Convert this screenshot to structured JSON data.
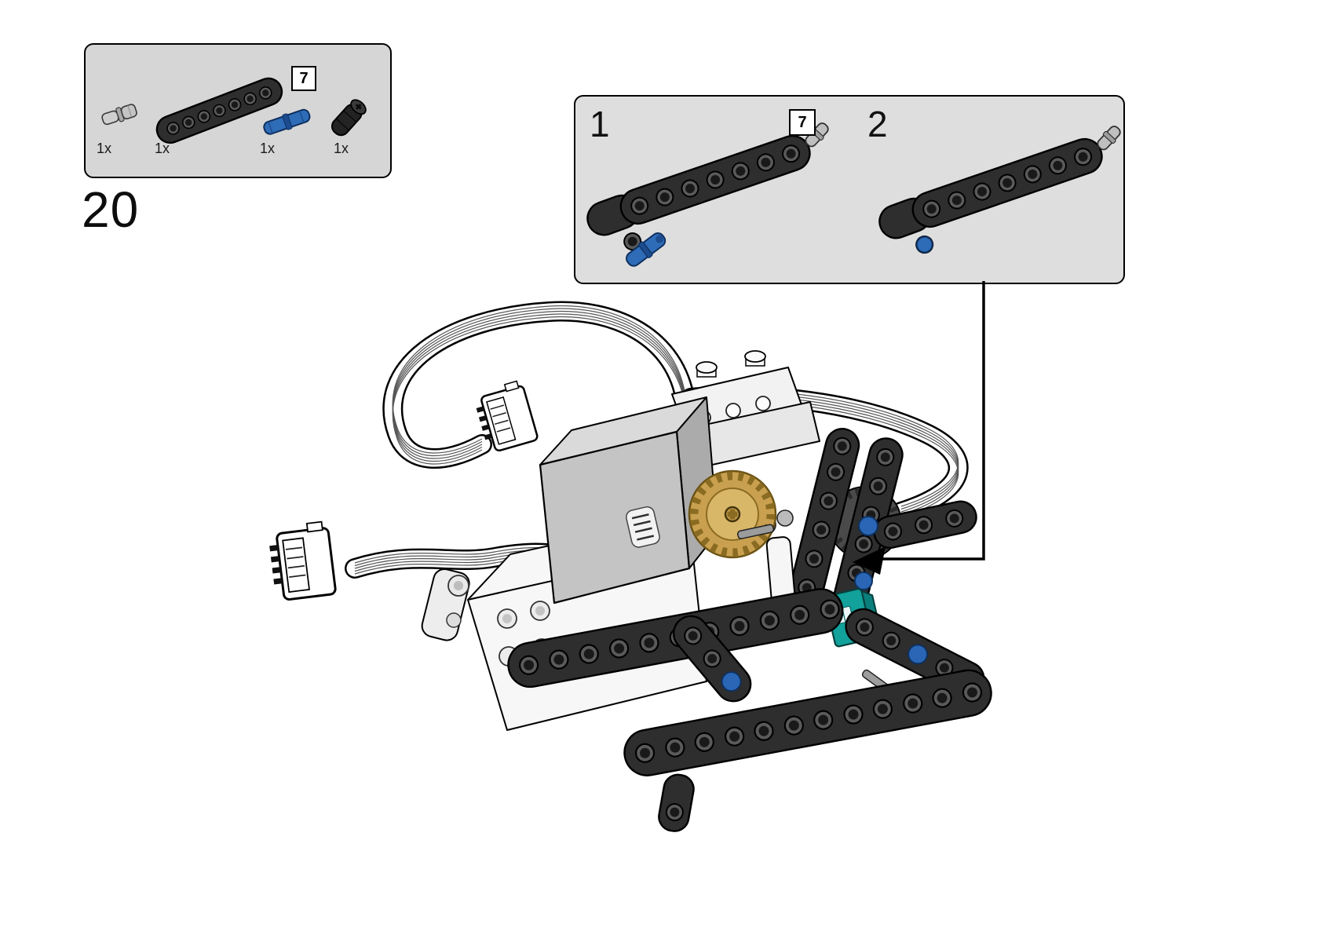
{
  "page": {
    "step_number": "20"
  },
  "parts_box": {
    "beam_length_badge": "7",
    "parts": [
      {
        "name": "pin-connector-gray",
        "count": "1x"
      },
      {
        "name": "technic-beam-7-black",
        "count": "1x"
      },
      {
        "name": "pin-long-blue",
        "count": "1x"
      },
      {
        "name": "axle-connector-black",
        "count": "1x"
      }
    ]
  },
  "sub_assembly": {
    "steps": [
      {
        "label": "1",
        "beam_length_badge": "7"
      },
      {
        "label": "2"
      }
    ]
  },
  "colors": {
    "callout_fill": "#d6d6d6",
    "beam_black": "#2e2e2e",
    "pin_blue": "#2f6cb8",
    "gear_tan": "#c9a050",
    "accent_teal": "#12a19b",
    "outline": "#000000"
  }
}
